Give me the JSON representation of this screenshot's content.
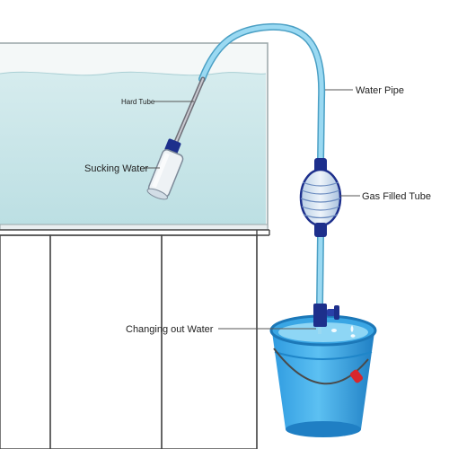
{
  "labels": {
    "hard_tube": "Hard Tube",
    "sucking_water": "Sucking Water",
    "water_pipe": "Water Pipe",
    "gas_filled_tube": "Gas Filled Tube",
    "changing_out_water": "Changing out Water"
  },
  "colors": {
    "tank_water": "#c9e3e6",
    "tank_glass": "#ffffff",
    "cabinet_line": "#444444",
    "pipe": "#8fd3ef",
    "pipe_outline": "#4a9fc4",
    "pump_blue": "#1d2f8c",
    "bulb": "#d7e6f2",
    "bucket": "#3da9e6",
    "bucket_dark": "#1e86c9",
    "handle_red": "#d9262c",
    "leader_line": "#555555"
  }
}
